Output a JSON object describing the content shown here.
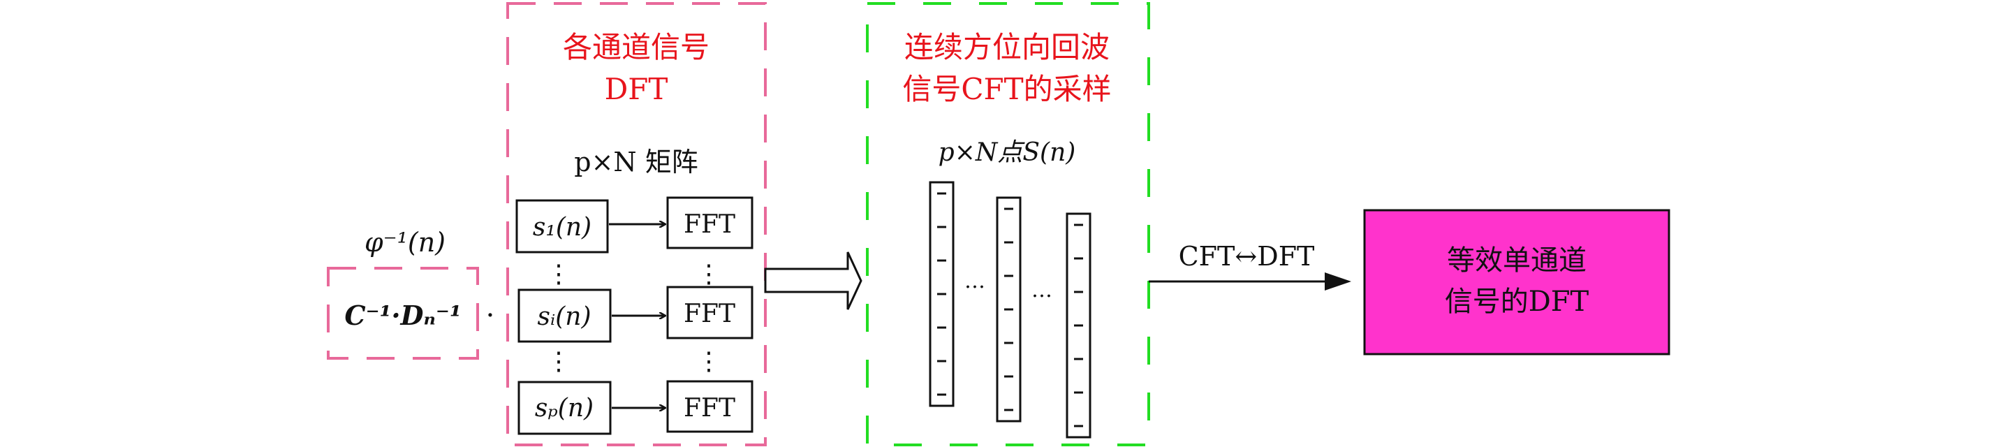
{
  "colors": {
    "pink_dash": "#e8699a",
    "green_dash": "#22dd22",
    "title_red": "#e8141c",
    "output_fill": "#ff33cc",
    "line": "#111111"
  },
  "weight_box": {
    "label_top": "φ⁻¹(n)",
    "content": "C⁻¹·Dₙ⁻¹",
    "dot": "·"
  },
  "dft_group": {
    "title_line1": "各通道信号",
    "title_line2": "DFT",
    "subtitle": "p×N 矩阵",
    "signals": [
      "s₁(n)",
      "sᵢ(n)",
      "sₚ(n)"
    ],
    "fft_label": "FFT",
    "vdots": "⋮"
  },
  "cft_group": {
    "title_line1": "连续方位向回波",
    "title_line2": "信号CFT的采样",
    "subtitle": "p×N点S(n)",
    "ellipsis": "…"
  },
  "link_label": "CFT↔DFT",
  "output_box": {
    "line1": "等效单通道",
    "line2": "信号的DFT"
  }
}
